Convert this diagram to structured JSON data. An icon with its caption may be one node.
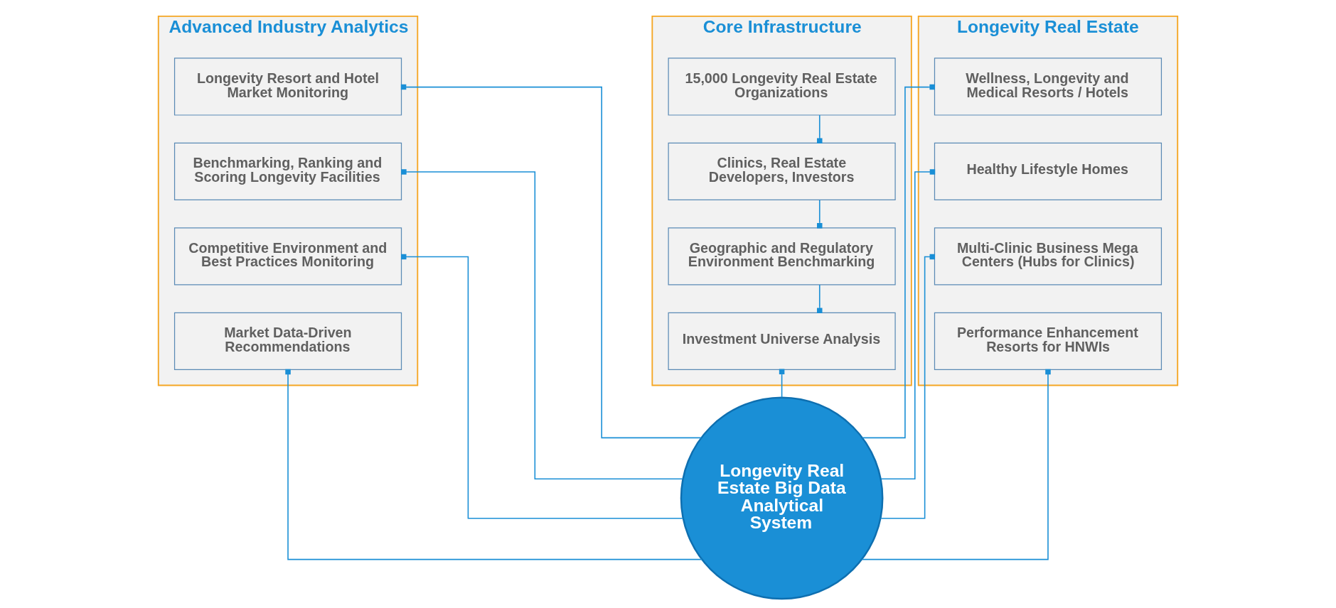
{
  "diagram": {
    "nodes": [
      {
        "text": [
          "Advanced Industry Analytics"
        ]
      },
      {
        "text": [
          "Longevity Resort and Hotel Market Monitoring"
        ],
        "in": 0
      },
      {
        "text": [
          "Benchmarking, Ranking and Scoring Longevity Facilities"
        ],
        "in": 0
      },
      {
        "text": [
          "Competitive Environment and Best Practices Monitoring"
        ],
        "in": 0
      },
      {
        "text": [
          "Market Data-Driven Recommendations"
        ],
        "in": 0
      },
      {
        "text": [
          "Core Infrastructure"
        ]
      },
      {
        "text": [
          "15,000 Longevity Real Estate Organizations"
        ],
        "in": 5
      },
      {
        "text": [
          "Clinics, Real Estate Developers, Investors"
        ],
        "in": 5
      },
      {
        "text": [
          "Geographic and Regulatory Environment Benchmarking"
        ],
        "in": 5
      },
      {
        "text": [
          "Investment Universe Analysis"
        ],
        "in": 5
      },
      {
        "text": [
          "Longevity Real Estate"
        ]
      },
      {
        "text": [
          "Wellness, Longevity and Medical Resorts / Hotels"
        ],
        "in": 10
      },
      {
        "text": [
          "Healthy Lifestyle Homes"
        ],
        "in": 10
      },
      {
        "text": [
          "Multi-Clinic Business Mega Centers (Hubs for Clinics)"
        ],
        "in": 10
      },
      {
        "text": [
          "Performance Enhancement Resorts for HNWIs"
        ],
        "in": 10
      },
      {
        "text": [
          "Longevity Real Estate Big Data Analytical System"
        ]
      }
    ],
    "edges": [
      {
        "from": 6,
        "to": 7,
        "arrow": "other"
      },
      {
        "from": 7,
        "to": 8,
        "arrow": "other"
      },
      {
        "from": 8,
        "to": 9,
        "arrow": "other"
      },
      {
        "from": 15,
        "to": 9,
        "arrow": "other"
      },
      {
        "from": 15,
        "to": 1,
        "arrow": "other"
      },
      {
        "from": 15,
        "to": 2,
        "arrow": "other"
      },
      {
        "from": 15,
        "to": 3,
        "arrow": "other"
      },
      {
        "from": 15,
        "to": 4,
        "arrow": "other"
      },
      {
        "from": 15,
        "to": 11,
        "arrow": "other"
      },
      {
        "from": 15,
        "to": 12,
        "arrow": "other"
      },
      {
        "from": 15,
        "to": 13,
        "arrow": "other"
      },
      {
        "from": 15,
        "to": 14,
        "arrow": "other"
      }
    ]
  }
}
